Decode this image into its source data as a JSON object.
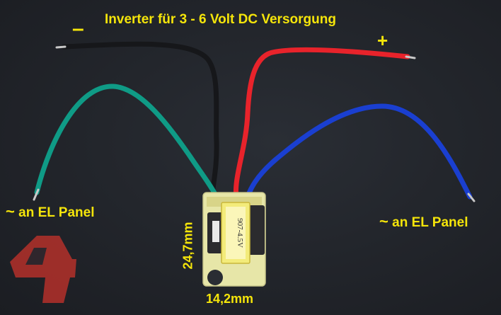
{
  "labels": {
    "title": "Inverter für 3 - 6 Volt DC Versorgung",
    "minus": "–",
    "plus": "+",
    "left_panel_tilde": "~",
    "left_panel": "an EL Panel",
    "right_panel_tilde": "~",
    "right_panel": "an EL Panel",
    "height_dim": "24,7mm",
    "width_dim": "14,2mm"
  },
  "component_marking": "907-4.5V",
  "colors": {
    "label": "#f5e50a",
    "wire_black": "#16171a",
    "wire_red": "#e8232b",
    "wire_green": "#0f9b86",
    "wire_blue": "#1a3fd0",
    "board": "#e7e6a8",
    "logo": "#b4302a"
  }
}
